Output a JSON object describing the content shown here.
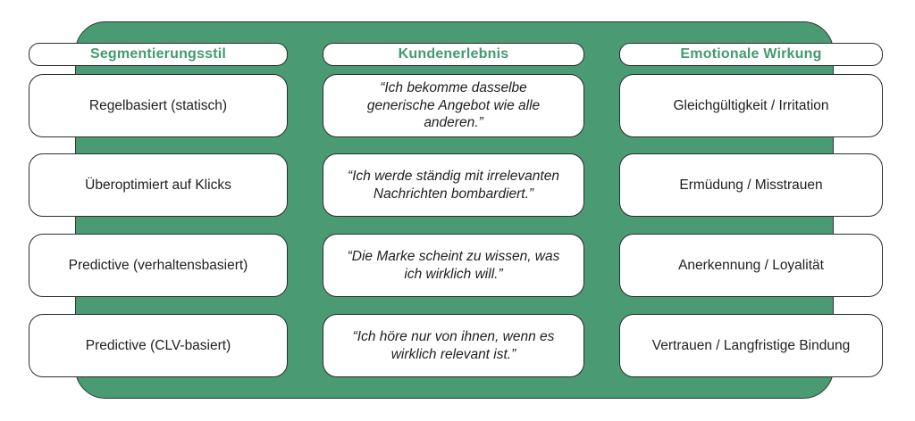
{
  "colors": {
    "panel_green": "#4A9B73",
    "header_text_green": "#449A71",
    "box_border": "#2D2D2D",
    "text_dark": "#212121",
    "box_background": "#FFFFFF"
  },
  "columns": [
    {
      "header": "Segmentierungsstil",
      "items": [
        "Regelbasiert (statisch)",
        "Überoptimiert auf Klicks",
        "Predictive (verhaltensbasiert)",
        "Predictive (CLV-basiert)"
      ]
    },
    {
      "header": "Kundenerlebnis",
      "items": [
        "“Ich bekomme dasselbe\ngenerische Angebot wie alle\nanderen.”",
        "“Ich werde ständig mit irrelevanten\nNachrichten bombardiert.”",
        "“Die Marke scheint zu wissen, was\nich wirklich will.”",
        "“Ich höre nur von ihnen, wenn es\nwirklich relevant ist.”"
      ]
    },
    {
      "header": "Emotionale Wirkung",
      "items": [
        "Gleichgültigkeit / Irritation",
        "Ermüdung / Misstrauen",
        "Anerkennung / Loyalität",
        "Vertrauen / Langfristige Bindung"
      ]
    }
  ]
}
